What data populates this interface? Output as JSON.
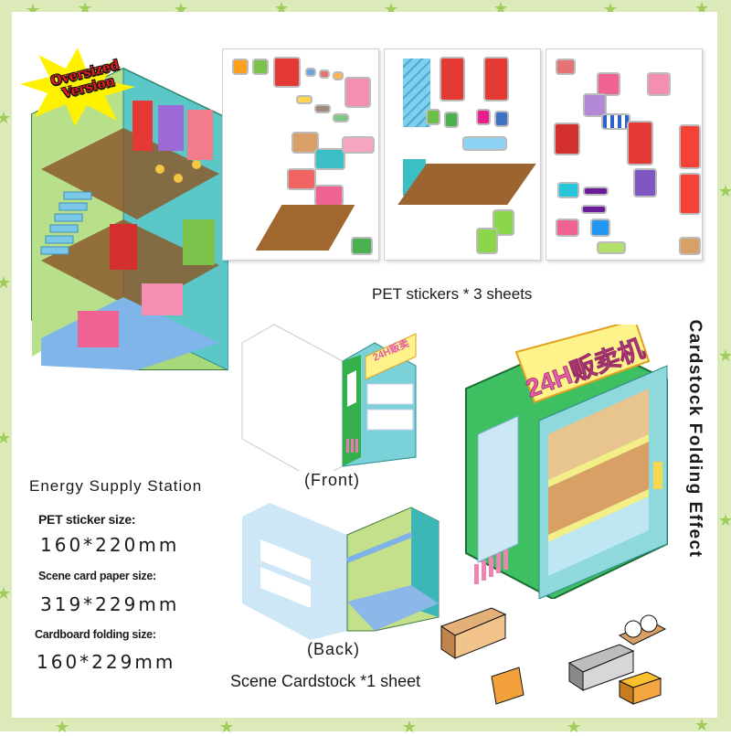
{
  "badge": {
    "line1": "Oversized",
    "line2": "Version",
    "color": "#e31b23",
    "star_color": "#fff200"
  },
  "sticker_sheets": {
    "caption": "PET stickers * 3 sheets",
    "count": 3
  },
  "product_name": "Energy Supply Station",
  "specs": [
    {
      "label": "PET sticker size:",
      "value": "160*220mm"
    },
    {
      "label": "Scene card paper size:",
      "value": "319*229mm"
    },
    {
      "label": "Cardboard folding size:",
      "value": "160*229mm"
    }
  ],
  "cardstock": {
    "front_label": "(Front)",
    "back_label": "(Back)",
    "caption": "Scene Cardstock *1 sheet",
    "folding_effect_label": "Cardstock Folding Effect"
  },
  "vending_machine": {
    "sign_text": "24H贩卖机"
  },
  "colors": {
    "border": "#dbeab8",
    "border_star": "#9fcc5a",
    "panel": "#ffffff"
  }
}
